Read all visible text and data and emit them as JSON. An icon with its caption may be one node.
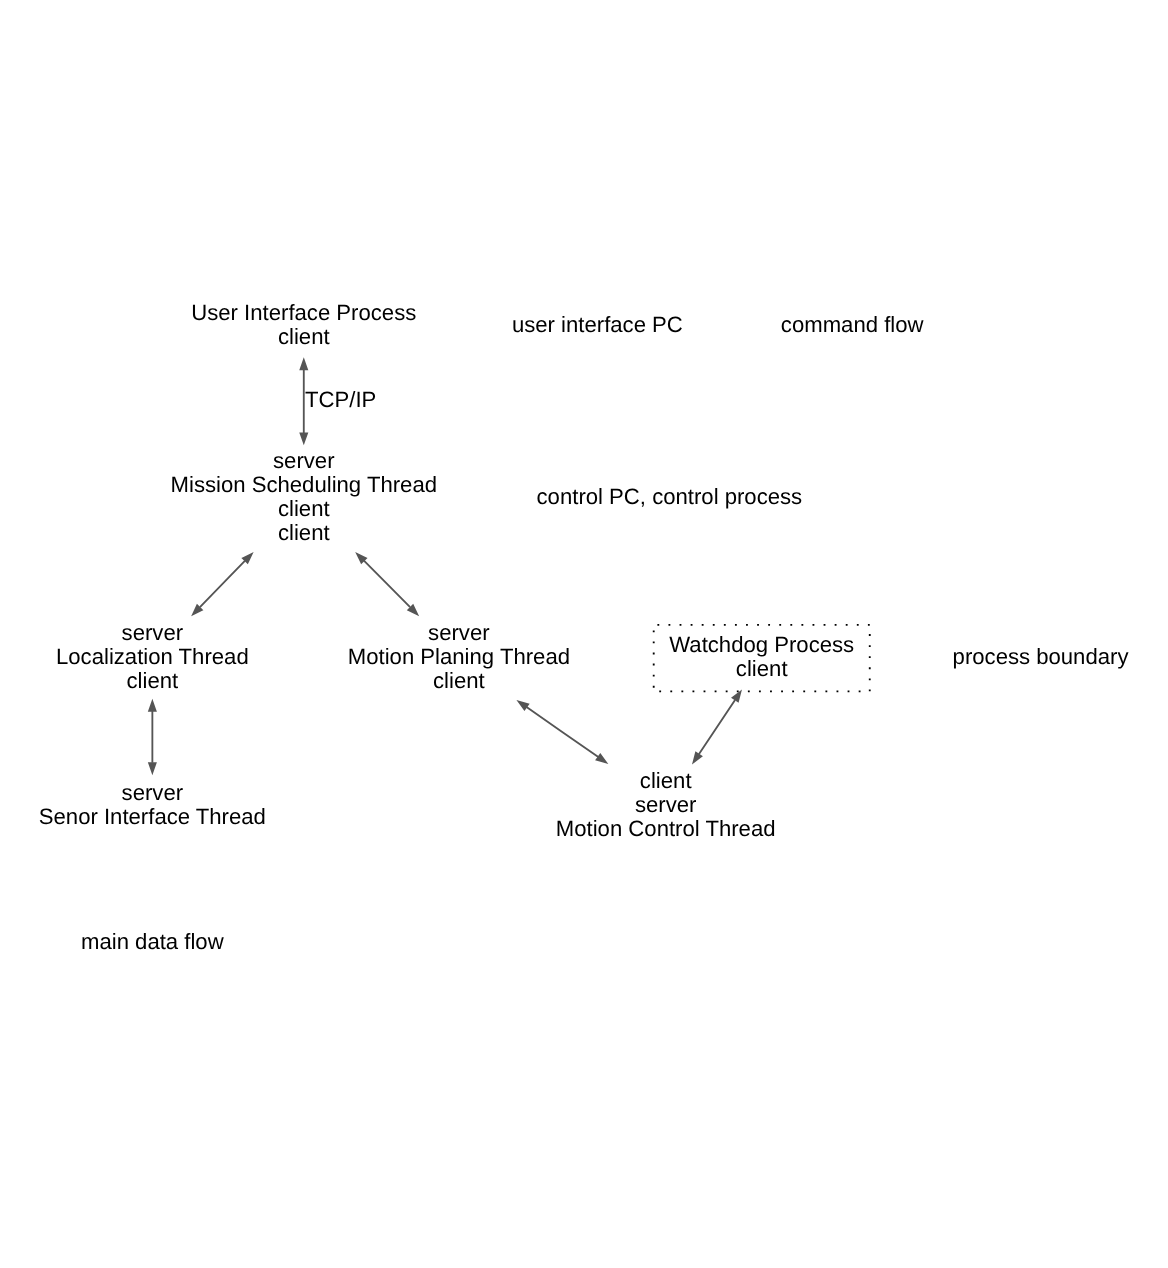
{
  "diagram": {
    "nodes": [
      {
        "text": [
          "User Interface Process",
          "client"
        ]
      },
      {
        "text": [
          "server",
          "Mission Scheduling Thread",
          "client",
          "client"
        ]
      },
      {
        "text": [
          "Watchdog Process",
          "client"
        ]
      },
      {
        "text": [
          "server",
          "Localization Thread",
          "client"
        ]
      },
      {
        "text": [
          "server",
          "Motion Planing Thread",
          "client"
        ]
      },
      {
        "text": [
          "server",
          "Senor Interface Thread"
        ]
      },
      {
        "text": [
          "client",
          "server",
          "Motion Control Thread"
        ]
      }
    ],
    "edges": [
      {
        "from": 0,
        "to": 1,
        "arrow": "both",
        "label": "TCP/IP"
      },
      {
        "from": 1,
        "to": 3,
        "arrow": "both"
      },
      {
        "from": 1,
        "to": 4,
        "arrow": "both"
      },
      {
        "from": 3,
        "to": 5,
        "arrow": "both"
      },
      {
        "from": 4,
        "to": 6,
        "arrow": "both"
      },
      {
        "from": 2,
        "to": 6,
        "arrow": "both"
      }
    ],
    "labels": [
      "user interface PC",
      "command flow",
      "control PC, control process",
      "process boundary",
      "main data flow"
    ]
  }
}
